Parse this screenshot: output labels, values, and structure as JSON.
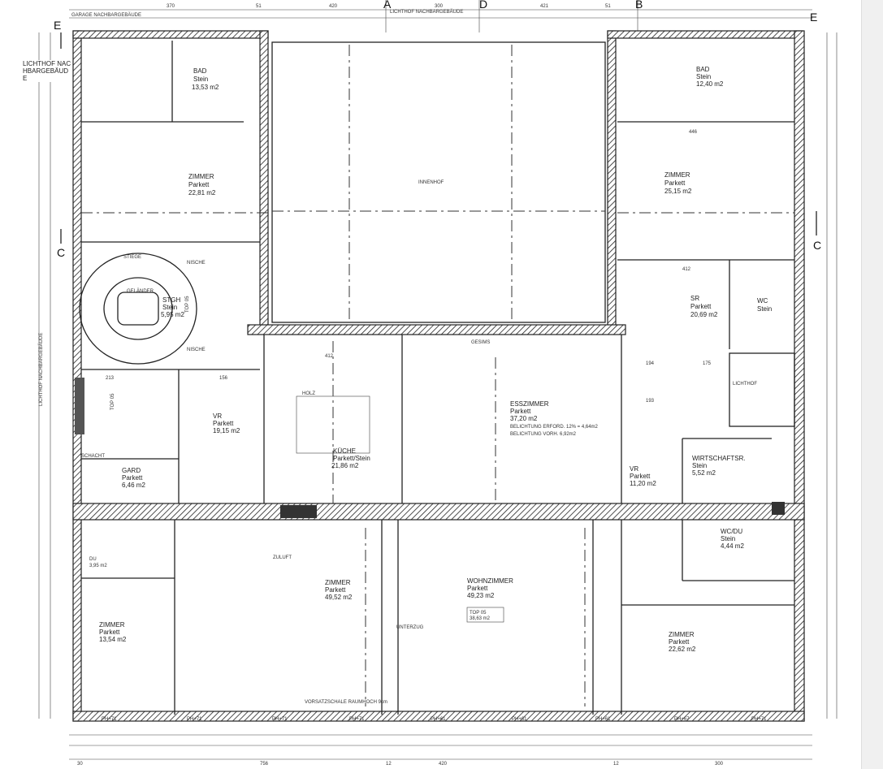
{
  "axes": {
    "E_left": "E",
    "C_left": "C",
    "A_top": "A",
    "D_top": "D",
    "B_top": "B",
    "E_right": "E",
    "C_right": "C"
  },
  "notes": {
    "lichthof_top": "LICHTHOF NACHBARGEBÄUDE",
    "garage": "GARAGE NACHBARGEBÄUDE",
    "lichthof_left1": "LICHTHOF NACHBARGEBÄUDE",
    "lichthof_left2": "LICHTHOF NACHBARGEBÄUDE",
    "gesims": "GESIMS",
    "nische1": "NISCHE",
    "nische2": "NISCHE",
    "zuluft": "ZULUFT",
    "schacht": "SCHACHT",
    "vorsatzschale": "VORSATZSCHALE RAUMHOCH 9cm",
    "unterzug": "UNTERZUG",
    "top05a": "TOP 05",
    "top05b": "TOP 05",
    "stiege": "STIEGE",
    "gelaender": "GELÄNDER"
  },
  "rooms": {
    "bad_left": {
      "name": "BAD",
      "floor": "Stein",
      "area": "13,53 m2"
    },
    "zimmer_top_left": {
      "name": "ZIMMER",
      "floor": "Parkett",
      "area": "22,81 m2"
    },
    "innenhof": {
      "name": "INNENHOF"
    },
    "bad_right": {
      "name": "BAD",
      "floor": "Stein",
      "area": "12,40 m2"
    },
    "zimmer_top_right": {
      "name": "ZIMMER",
      "floor": "Parkett",
      "area": "25,15 m2"
    },
    "sr": {
      "name": "SR",
      "floor": "Parkett",
      "area": "20,69 m2"
    },
    "wc": {
      "name": "WC",
      "floor": "Stein"
    },
    "stgh": {
      "name": "STGH",
      "floor": "Stein",
      "area": "5,95 m2"
    },
    "vr_left": {
      "name": "VR",
      "floor": "Parkett",
      "area": "19,15 m2"
    },
    "holz": {
      "name": "HOLZ"
    },
    "kueche": {
      "name": "KÜCHE",
      "floor": "Parkett/Stein",
      "area": "21,86 m2"
    },
    "esszimmer": {
      "name": "ESSZIMMER",
      "floor": "Parkett",
      "area": "37,20 m2",
      "light_req": "BELICHTUNG ERFORD. 12% = 4,64m2",
      "light_act": "BELICHTUNG VORH. 6,92m2"
    },
    "lichthof": {
      "name": "LICHTHOF"
    },
    "vr_right": {
      "name": "VR",
      "floor": "Parkett",
      "area": "11,20 m2"
    },
    "wirtschaft": {
      "name": "WIRTSCHAFTSR.",
      "floor": "Stein",
      "area": "5,52 m2"
    },
    "wcdu": {
      "name": "WC/DU",
      "floor": "Stein",
      "area": "4,44 m2"
    },
    "zimmer_bottom_right": {
      "name": "ZIMMER",
      "floor": "Parkett",
      "area": "22,62 m2"
    },
    "zimmer_bottom_left": {
      "name": "ZIMMER",
      "floor": "Parkett",
      "area": "13,54 m2"
    },
    "zimmer_big": {
      "name": "ZIMMER",
      "floor": "Parkett",
      "area": "49,52 m2"
    },
    "wohnzimmer": {
      "name": "WOHNZIMMER",
      "floor": "Parkett",
      "area": "49,23 m2"
    },
    "top_total": {
      "name": "TOP 05",
      "area": "38,63 m2"
    },
    "gard": {
      "name": "GARD",
      "floor": "Parkett",
      "area": "6,46 m2"
    },
    "du_small": {
      "name": "DU",
      "area": "3,95 m2"
    }
  },
  "dimensions": {
    "top": [
      "370",
      "51",
      "420",
      "300",
      "421",
      "51"
    ],
    "bottom": [
      "30",
      "756",
      "12",
      "420",
      "12",
      "300"
    ],
    "inner": [
      "412",
      "412",
      "194",
      "175",
      "193",
      "446",
      "156",
      "213"
    ]
  },
  "windows": [
    "PH+71",
    "PH+71",
    "PH+71",
    "PH+71",
    "PH+61",
    "PH+61",
    "PH+61",
    "PH+67",
    "PH+71"
  ]
}
